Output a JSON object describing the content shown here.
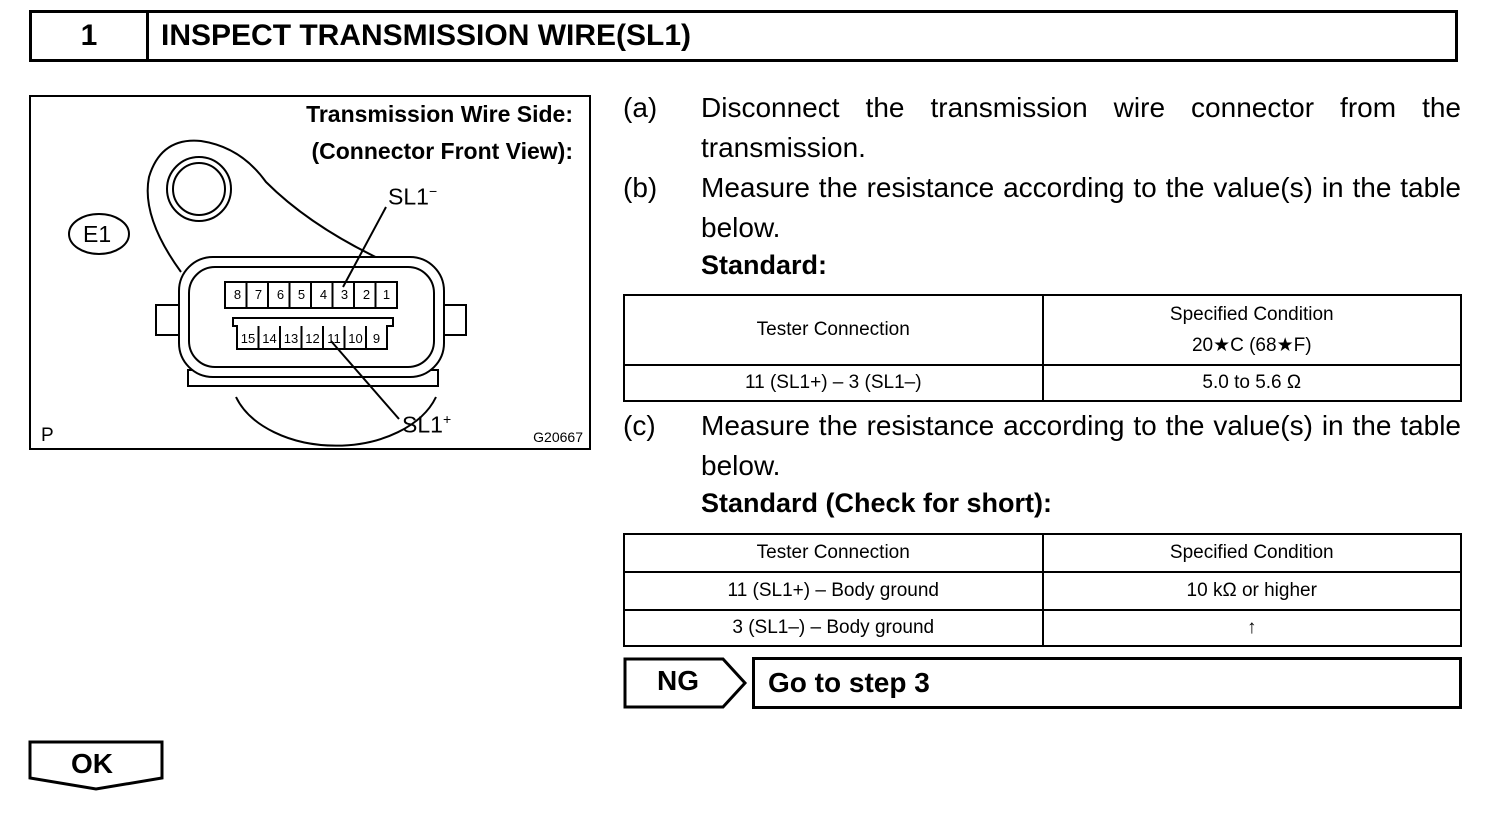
{
  "step": {
    "number": "1",
    "title": "INSPECT TRANSMISSION WIRE(SL1)"
  },
  "figure": {
    "heading_line1": "Transmission Wire Side:",
    "heading_line2": "(Connector Front View):",
    "label_e1": "E1",
    "label_sl1_minus": "SL1",
    "label_sl1_minus_sup": "−",
    "label_sl1_plus": "SL1",
    "label_sl1_plus_sup": "+",
    "top_pins": [
      "8",
      "7",
      "6",
      "5",
      "4",
      "3",
      "2",
      "1"
    ],
    "bottom_pins": [
      "15",
      "14",
      "13",
      "12",
      "11",
      "10",
      "9"
    ],
    "corner_p": "P",
    "figure_code": "G20667"
  },
  "steps": [
    {
      "marker": "(a)",
      "text": "Disconnect the transmission wire connector from the transmission."
    },
    {
      "marker": "(b)",
      "text": "Measure the resistance according to the value(s) in the table below."
    },
    {
      "marker": "(c)",
      "text": "Measure the resistance according to the value(s) in the table below."
    }
  ],
  "standard_b": "Standard:",
  "table_b": {
    "header_col1": "Tester Connection",
    "header_col2_line1": "Specified Condition",
    "header_col2_line2": "20★C (68★F)",
    "rows": [
      {
        "connection": "11 (SL1+) – 3 (SL1–)",
        "condition": "5.0 to 5.6 Ω"
      }
    ]
  },
  "standard_c": "Standard (Check for short):",
  "table_c": {
    "header_col1": "Tester Connection",
    "header_col2": "Specified Condition",
    "rows": [
      {
        "connection": "11 (SL1+) – Body ground",
        "condition": "10 kΩ or higher"
      },
      {
        "connection": "3 (SL1–) – Body ground",
        "condition": "↑"
      }
    ]
  },
  "ng": {
    "label": "NG",
    "action": "Go to step 3"
  },
  "ok": {
    "label": "OK"
  }
}
